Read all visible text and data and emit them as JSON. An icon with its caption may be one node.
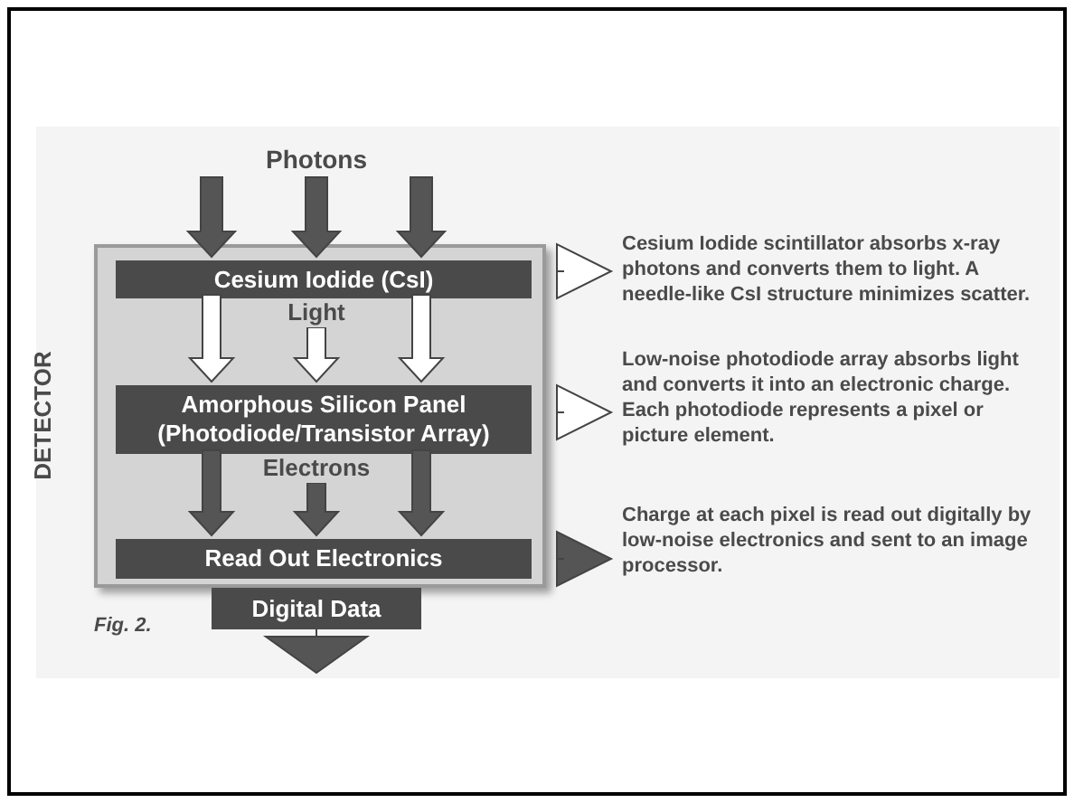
{
  "diagram": {
    "nodes": [
      {
        "text": [
          "Photons"
        ]
      },
      {
        "text": [
          "DETECTOR"
        ]
      },
      {
        "text": [
          "Cesium Iodide (CsI)"
        ],
        "in": 1
      },
      {
        "text": [
          "Amorphous Silicon Panel (Photodiode/Transistor Array)"
        ],
        "in": 1
      },
      {
        "text": [
          "Read Out Electronics"
        ],
        "in": 1
      },
      {
        "text": [
          "Digital Data"
        ]
      },
      {
        "text": [
          "Cesium Iodide scintillator absorbs x-ray photons and converts them to light. A needle-like CsI structure minimizes scatter."
        ]
      },
      {
        "text": [
          "Low-noise photodiode array absorbs light and converts it into an electronic charge. Each photodiode represents a pixel or picture element."
        ]
      },
      {
        "text": [
          "Charge at each pixel is read out digitally by low-noise electronics and sent to an image processor."
        ]
      }
    ],
    "edges": [
      {
        "from": 0,
        "to": 2,
        "arrow": "to"
      },
      {
        "from": 0,
        "to": 2,
        "arrow": "to"
      },
      {
        "from": 0,
        "to": 2,
        "arrow": "to"
      },
      {
        "from": 2,
        "to": 3,
        "arrow": "to",
        "color": "#ffffff"
      },
      {
        "from": 2,
        "to": 3,
        "arrow": "to",
        "color": "#ffffff",
        "label": "Light"
      },
      {
        "from": 2,
        "to": 3,
        "arrow": "to",
        "color": "#ffffff"
      },
      {
        "from": 3,
        "to": 4,
        "arrow": "to"
      },
      {
        "from": 3,
        "to": 4,
        "arrow": "to",
        "label": "Electrons"
      },
      {
        "from": 3,
        "to": 4,
        "arrow": "to"
      },
      {
        "from": 5,
        "to": null,
        "arrow": "to"
      },
      {
        "from": 1,
        "to": 6,
        "arrow": "to",
        "color": "#ffffff"
      },
      {
        "from": 1,
        "to": 7,
        "arrow": "to",
        "color": "#ffffff"
      },
      {
        "from": 1,
        "to": 8,
        "arrow": "to"
      }
    ],
    "labels": [
      "Fig. 2."
    ]
  }
}
